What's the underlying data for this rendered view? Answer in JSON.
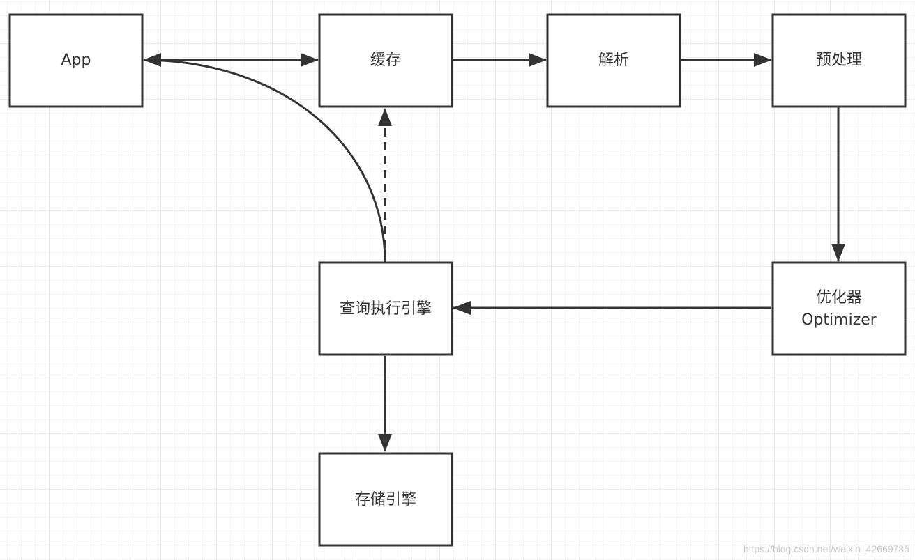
{
  "nodes": {
    "app": "App",
    "cache": "缓存",
    "parser": "解析",
    "preprocessor": "预处理",
    "optimizer": [
      "优化器",
      "Optimizer"
    ],
    "executor": "查询执行引擎",
    "storage": "存储引擎"
  },
  "watermark": "https://blog.csdn.net/weixin_42669785"
}
